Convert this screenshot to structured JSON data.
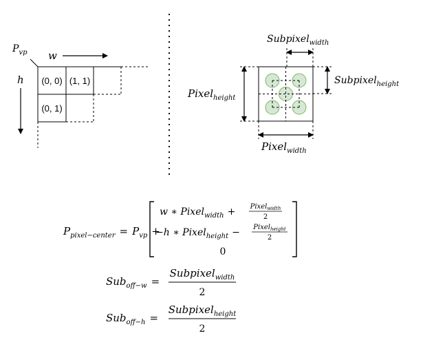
{
  "left_grid": {
    "pvp_base": "P",
    "pvp_sub": "vp",
    "w_label": "w",
    "h_label": "h",
    "cells": [
      "(0, 0)",
      "(1, 1)",
      "(0, 1)"
    ]
  },
  "right_pixel": {
    "subpixel_width_base": "Subpixel",
    "subpixel_width_sub": "width",
    "subpixel_height_base": "Subpixel",
    "subpixel_height_sub": "height",
    "pixel_height_base": "Pixel",
    "pixel_height_sub": "height",
    "pixel_width_base": "Pixel",
    "pixel_width_sub": "width"
  },
  "colors": {
    "subpixel_fill": "#d5e8d4",
    "subpixel_stroke": "#82b366",
    "line": "#000000"
  },
  "formulas": {
    "pixel_center": {
      "lhs_base": "P",
      "lhs_sub": "pixel−center",
      "eq": "=",
      "p_base": "P",
      "p_sub": "vp",
      "plus": "+",
      "row1_a": "w ∗ Pixel",
      "row1_a_sub": "width",
      "row1_op": "+",
      "row1_frac_num": "Pixel",
      "row1_frac_num_sub": "width",
      "row1_frac_den": "2",
      "row2_a": "−h ∗ Pixel",
      "row2_a_sub": "height",
      "row2_op": "−",
      "row2_frac_num": "Pixel",
      "row2_frac_num_sub": "height",
      "row2_frac_den": "2",
      "row3": "0"
    },
    "sub_off_w": {
      "lhs_base": "Sub",
      "lhs_sub": "off−w",
      "eq": "=",
      "num_base": "Subpixel",
      "num_sub": "width",
      "den": "2"
    },
    "sub_off_h": {
      "lhs_base": "Sub",
      "lhs_sub": "off−h",
      "eq": "=",
      "num_base": "Subpixel",
      "num_sub": "height",
      "den": "2"
    }
  }
}
